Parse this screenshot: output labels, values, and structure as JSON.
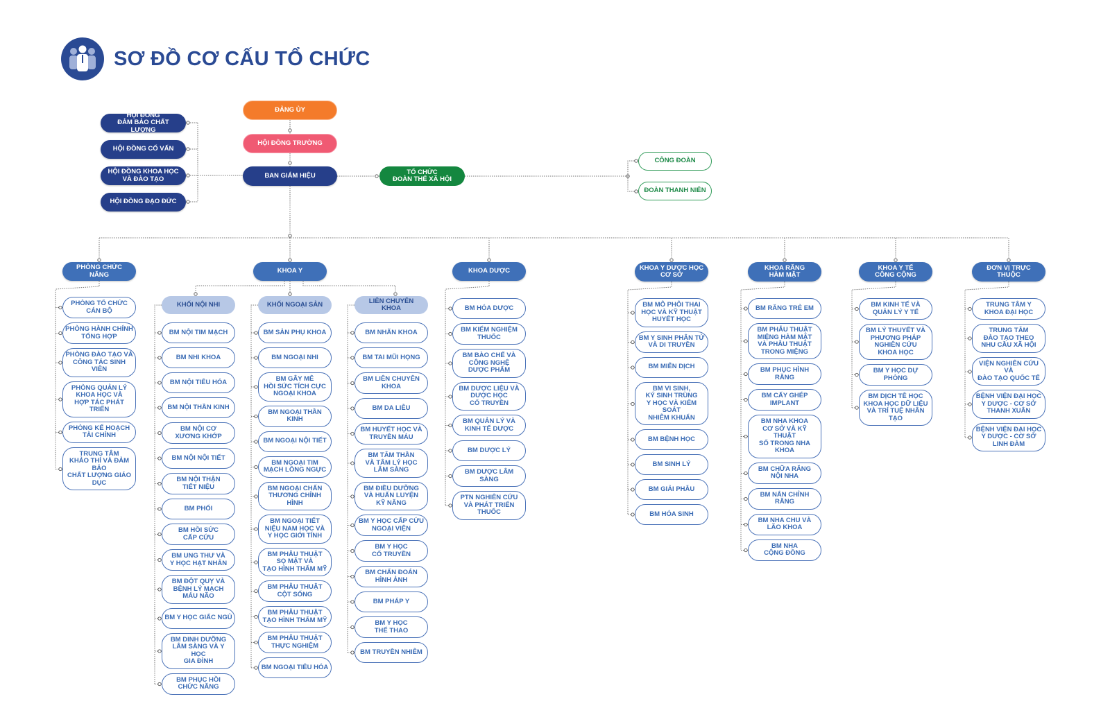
{
  "title": "SƠ ĐỒ CƠ CẤU TỔ CHỨC",
  "logo_icon": "people-group-icon",
  "colors": {
    "navy": "#263f8a",
    "orange": "#f47b2a",
    "pink": "#f05a73",
    "green": "#14873f",
    "blue": "#3f70b8",
    "light_blue": "#b7c8e6"
  },
  "top": {
    "dang_uy": "ĐẢNG ỦY",
    "hoi_dong_truong": "HỘI ĐỒNG TRƯỜNG",
    "ban_giam_hieu": "BAN GIÁM HIỆU",
    "to_chuc_doan_the": "TỔ CHỨC\nĐOÀN THỂ XÃ HỘI",
    "cong_doan": "CÔNG ĐOÀN",
    "doan_thanh_nien": "ĐOÀN THANH NIÊN"
  },
  "councils": [
    "HỘI ĐỒNG\nĐẢM BẢO CHẤT LƯỢNG",
    "HỘI ĐỒNG CỐ VẤN",
    "HỘI ĐỒNG KHOA HỌC\nVÀ ĐÀO TẠO",
    "HỘI ĐỒNG ĐẠO ĐỨC"
  ],
  "units": {
    "phong_chuc_nang": {
      "label": "PHÒNG CHỨC NĂNG",
      "items": [
        "PHÒNG TỔ CHỨC\nCÁN BỘ",
        "PHÒNG HÀNH CHÍNH\nTỔNG HỢP",
        "PHÒNG ĐÀO TẠO VÀ\nCÔNG TÁC SINH VIÊN",
        "PHÒNG QUẢN LÝ\nKHOA HỌC VÀ\nHỢP TÁC PHÁT TRIỂN",
        "PHÒNG KẾ HOẠCH\nTÀI CHÍNH",
        "TRUNG TÂM\nKHẢO THÍ VÀ ĐẢM BẢO\nCHẤT LƯỢNG GIÁO DỤC"
      ]
    },
    "khoa_y": {
      "label": "KHOA Y"
    },
    "khoi_noi_nhi": {
      "label": "KHỐI NỘI NHI",
      "items": [
        "BM NỘI TIM MẠCH",
        "BM NHI KHOA",
        "BM NỘI TIÊU HÓA",
        "BM NỘI THẦN KINH",
        "BM NỘI CƠ\nXƯƠNG KHỚP",
        "BM NỘI NỘI TIẾT",
        "BM NỘI THẬN\nTIẾT NIỆU",
        "BM PHỔI",
        "BM HỒI SỨC\nCẤP CỨU",
        "BM UNG THƯ VÀ\nY HỌC HẠT NHÂN",
        "BM ĐỘT QUỴ VÀ\nBỆNH LÝ MẠCH\nMÁU NÃO",
        "BM Y HỌC GIẤC NGỦ",
        "BM DINH DƯỠNG\nLÂM SÀNG VÀ Y HỌC\nGIA ĐÌNH",
        "BM PHỤC HỒI\nCHỨC NĂNG"
      ]
    },
    "khoi_ngoai_san": {
      "label": "KHỐI NGOẠI SẢN",
      "items": [
        "BM SẢN PHỤ KHOA",
        "BM NGOẠI NHI",
        "BM GÂY MÊ\nHỒI SỨC TÍCH CỰC\nNGOẠI KHOA",
        "BM NGOẠI THẦN KINH",
        "BM NGOẠI NỘI TIẾT",
        "BM NGOẠI TIM\nMẠCH LỒNG NGỰC",
        "BM NGOẠI CHẤN\nTHƯƠNG CHỈNH HÌNH",
        "BM NGOẠI TIẾT\nNIỆU NAM HỌC VÀ\nY HỌC GIỚI TÍNH",
        "BM PHẪU THUẬT\nSỌ MẶT VÀ\nTẠO HÌNH THẨM MỸ",
        "BM PHẪU THUẬT\nCỘT SỐNG",
        "BM PHẪU THUẬT\nTẠO HÌNH THẨM MỸ",
        "BM PHẪU THUẬT\nTHỰC NGHIỆM",
        "BM NGOẠI TIÊU HÓA"
      ]
    },
    "lien_chuyen_khoa": {
      "label": "LIÊN CHUYÊN KHOA",
      "items": [
        "BM NHÃN KHOA",
        "BM TAI MŨI HỌNG",
        "BM LIÊN CHUYÊN\nKHOA",
        "BM DA LIỄU",
        "BM HUYẾT HỌC VÀ\nTRUYỀN MÁU",
        "BM TÂM THẦN\nVÀ TÂM LÝ HỌC\nLÂM SÀNG",
        "BM ĐIỀU DƯỠNG\nVÀ HUẤN LUYỆN\nKỸ NĂNG",
        "BM Y HỌC CẤP CỨU\nNGOẠI VIỆN",
        "BM Y HỌC\nCỔ TRUYỀN",
        "BM CHẨN ĐOÁN\nHÌNH ẢNH",
        "BM PHÁP Y",
        "BM Y HỌC\nTHỂ THAO",
        "BM TRUYỀN NHIỄM"
      ]
    },
    "khoa_duoc": {
      "label": "KHOA DƯỢC",
      "items": [
        "BM HÓA DƯỢC",
        "BM KIỂM NGHIỆM\nTHUỐC",
        "BM BÀO CHẾ VÀ\nCÔNG NGHỆ\nDƯỢC PHẨM",
        "BM DƯỢC LIỆU VÀ\nDƯỢC HỌC\nCỔ TRUYỀN",
        "BM QUẢN LÝ VÀ\nKINH TẾ DƯỢC",
        "BM DƯỢC LÝ",
        "BM DƯỢC LÂM SÀNG",
        "PTN NGHIÊN CỨU\nVÀ PHÁT TRIỂN\nTHUỐC"
      ]
    },
    "khoa_ydhcs": {
      "label": "KHOA Y DƯỢC HỌC\nCƠ SỞ",
      "items": [
        "BM MÔ PHÔI THAI\nHỌC VÀ KỸ THUẬT\nHUYẾT HỌC",
        "BM Y SINH PHÂN TỬ\nVÀ DI TRUYỀN",
        "BM MIỄN DỊCH",
        "BM VI SINH,\nKÝ SINH TRÙNG\nY HỌC VÀ KIỂM SOÁT\nNHIỄM KHUẨN",
        "BM BỆNH HỌC",
        "BM SINH LÝ",
        "BM GIẢI PHẪU",
        "BM HÓA SINH"
      ]
    },
    "khoa_rhm": {
      "label": "KHOA RĂNG\nHÀM MẶT",
      "items": [
        "BM RĂNG TRẺ EM",
        "BM PHẪU THUẬT\nMIỆNG HÀM MẶT\nVÀ PHẪU THUẬT\nTRONG MIỆNG",
        "BM PHỤC HÌNH\nRĂNG",
        "BM CẤY GHÉP\nIMPLANT",
        "BM NHA KHOA\nCƠ SỞ VÀ KỸ THUẬT\nSỐ TRONG NHA KHOA",
        "BM CHỮA RĂNG\nNỘI NHA",
        "BM NẮN CHỈNH\nRĂNG",
        "BM NHA CHU VÀ\nLÃO KHOA",
        "BM NHA\nCỘNG ĐỒNG"
      ]
    },
    "khoa_ytcc": {
      "label": "KHOA Y TẾ\nCÔNG CỘNG",
      "items": [
        "BM KINH TẾ VÀ\nQUẢN LÝ Y TẾ",
        "BM LÝ THUYẾT VÀ\nPHƯƠNG PHÁP\nNGHIÊN CỨU\nKHOA HỌC",
        "BM Y HỌC DỰ PHÒNG",
        "BM DỊCH TỄ HỌC\nKHOA HỌC DỮ LIỆU\nVÀ TRÍ TUỆ NHÂN TẠO"
      ]
    },
    "don_vi_truc_thuoc": {
      "label": "ĐƠN VỊ TRỰC THUỘC",
      "items": [
        "TRUNG TÂM Y\nKHOA ĐẠI HỌC",
        "TRUNG TÂM\nĐÀO TẠO THEO\nNHU CẦU XÃ HỘI",
        "VIỆN NGHIÊN CỨU VÀ\nĐÀO TẠO QUỐC TẾ",
        "BỆNH VIỆN ĐẠI HỌC\nY DƯỢC - CƠ SỞ\nTHANH XUÂN",
        "BỆNH VIỆN ĐẠI HỌC\nY DƯỢC - CƠ SỞ\nLINH ĐÀM"
      ]
    }
  }
}
